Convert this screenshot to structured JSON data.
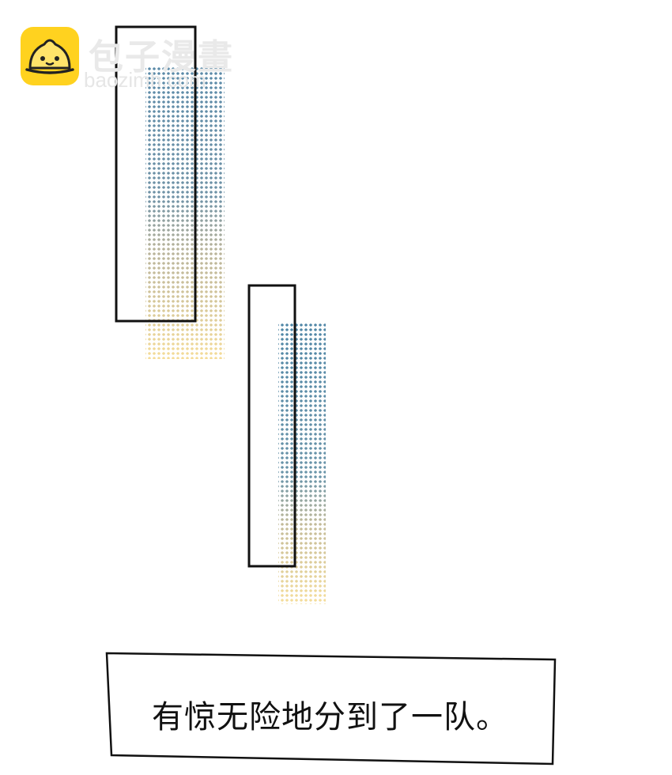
{
  "watermark": {
    "title": "包子漫畫",
    "url": "baozimh.com",
    "logo_icon": "steamed-bun-icon",
    "logo_color": "#FFD21F"
  },
  "caption": {
    "text": "有惊无险地分到了一队。"
  },
  "colors": {
    "halftone_blue": "#5a8aa8",
    "halftone_yellow": "#f2d58a",
    "frame_stroke": "#111111"
  }
}
